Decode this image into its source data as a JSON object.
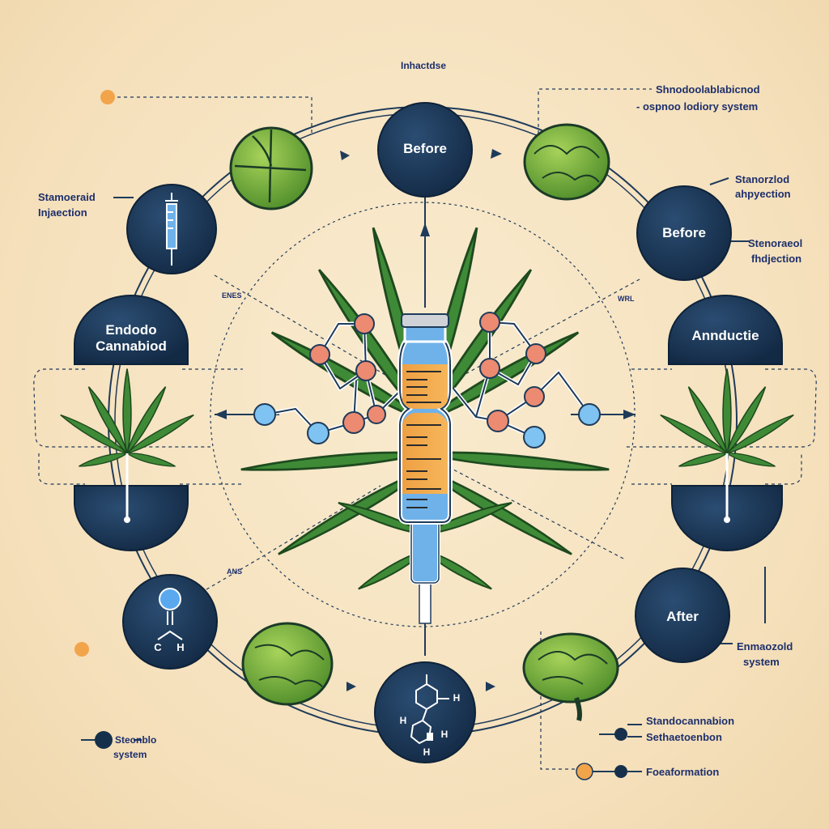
{
  "colors": {
    "background": "#f6e3c0",
    "node_fill": "#1f3b5a",
    "node_dark": "#16304c",
    "line": "#1f3b5a",
    "accent_orange": "#f2a44b",
    "leaf_green": "#3f8a36",
    "brain_green": "#6ea83a",
    "vial_liquid": "#f0a94a",
    "vial_glass": "#6fb2ea",
    "molecule_salmon": "#ec8b72",
    "molecule_blue": "#7ec3f2",
    "label_text": "#1d2f6b"
  },
  "labels": {
    "top_center": "Inhactdse",
    "top_right_1": "Shnodoolablabicnod",
    "top_right_2": "- ospnoo lodiory system",
    "right_upper_1a": "Stanorzlod",
    "right_upper_1b": "ahpyection",
    "right_upper_2a": "Stenoraeol",
    "right_upper_2b": "fhdjection",
    "left_upper_a": "Stamoeraid",
    "left_upper_b": "Injaection",
    "right_lower_a": "Enmaozold",
    "right_lower_b": "system",
    "bottom_right_1": "Standocannabion",
    "bottom_right_2": "Sethaetoenbon",
    "bottom_right_3": "Foeaformation",
    "bottom_left_a": "Steonblo",
    "bottom_left_b": "system",
    "tiny_left_upper": "ENES",
    "tiny_right_upper": "WRL",
    "tiny_left_lower": "ANS"
  },
  "nodes": {
    "top": {
      "label": "Before"
    },
    "right_upper": {
      "label": "Before"
    },
    "left_half": {
      "label_line1": "Endodo",
      "label_line2": "Cannabiod"
    },
    "right_half": {
      "label": "Annductie"
    },
    "right_lower": {
      "label": "After"
    },
    "left_lower_atoms": {
      "c": "C",
      "h": "H"
    },
    "bottom_atoms": {
      "h1": "H",
      "h2": "H",
      "h3": "H",
      "h4": "H"
    }
  },
  "icons": {
    "syringe": "syringe-icon",
    "brain": "brain-icon",
    "leaf": "cannabis-leaf-icon",
    "vial": "vial-icon",
    "molecule": "molecule-icon"
  }
}
